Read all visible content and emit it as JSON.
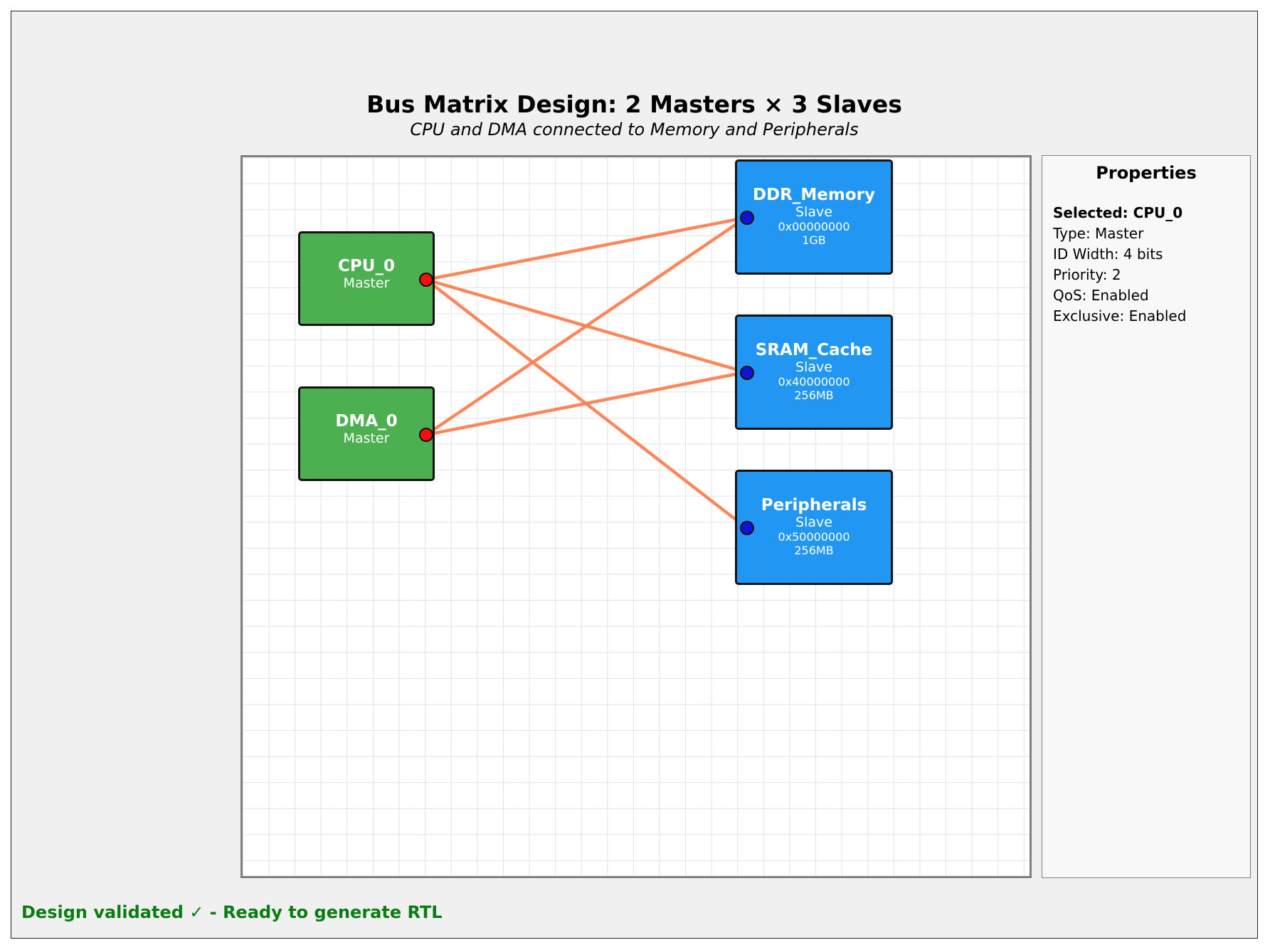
{
  "header": {
    "title": "Bus Matrix Design: 2 Masters × 3 Slaves",
    "subtitle": "CPU and DMA connected to Memory and Peripherals"
  },
  "masters": [
    {
      "name": "CPU_0",
      "type": "Master"
    },
    {
      "name": "DMA_0",
      "type": "Master"
    }
  ],
  "slaves": [
    {
      "name": "DDR_Memory",
      "type": "Slave",
      "address": "0x00000000",
      "size": "1GB"
    },
    {
      "name": "SRAM_Cache",
      "type": "Slave",
      "address": "0x40000000",
      "size": "256MB"
    },
    {
      "name": "Peripherals",
      "type": "Slave",
      "address": "0x50000000",
      "size": "256MB"
    }
  ],
  "connections": [
    {
      "from": "CPU_0",
      "to": "DDR_Memory"
    },
    {
      "from": "CPU_0",
      "to": "SRAM_Cache"
    },
    {
      "from": "CPU_0",
      "to": "Peripherals"
    },
    {
      "from": "DMA_0",
      "to": "DDR_Memory"
    },
    {
      "from": "DMA_0",
      "to": "SRAM_Cache"
    }
  ],
  "properties": {
    "title": "Properties",
    "selected": "Selected: CPU_0",
    "type": "Type: Master",
    "id_width": "ID Width: 4 bits",
    "priority": "Priority: 2",
    "qos": "QoS: Enabled",
    "exclusive": "Exclusive: Enabled"
  },
  "status": "Design validated ✓ - Ready to generate RTL",
  "colors": {
    "master": "#4caf50",
    "slave": "#2196f3",
    "connection": "#ff7f50",
    "status_ok": "#0a7d12"
  }
}
